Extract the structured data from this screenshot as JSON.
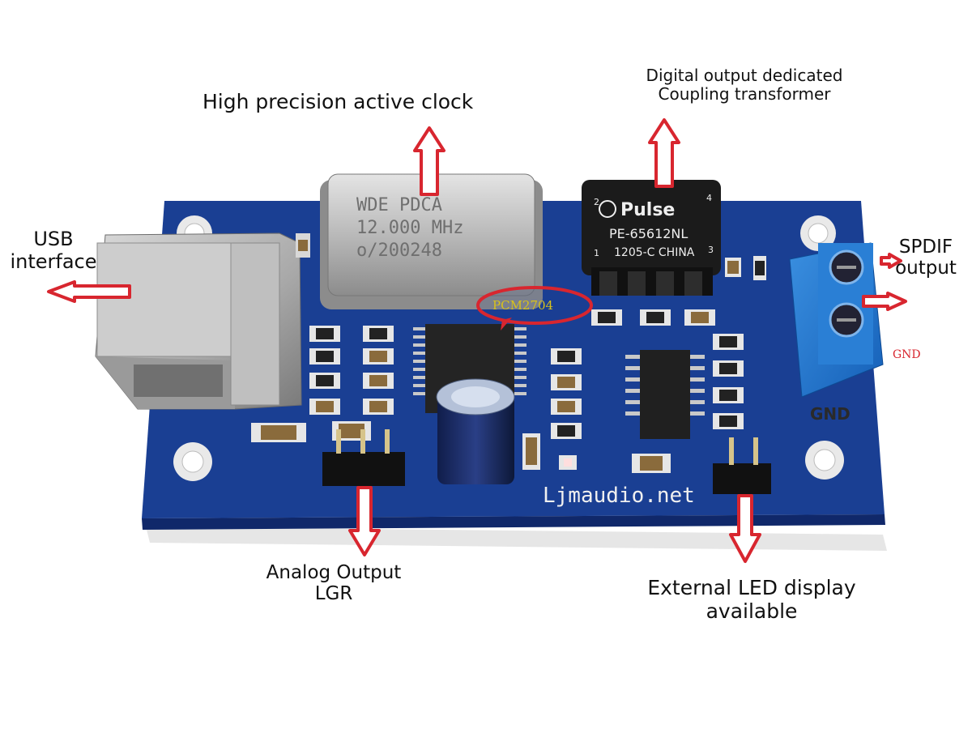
{
  "annotations": {
    "clock": "High precision active clock",
    "transformer_line1": "Digital output dedicated",
    "transformer_line2": "Coupling transformer",
    "usb_line1": "USB",
    "usb_line2": "interface",
    "spdif_line1": "SPDIF",
    "spdif_line2": "output",
    "gnd_red": "GND",
    "pcm": "PCM2704",
    "analog_line1": "Analog Output",
    "analog_line2": "LGR",
    "led_line1": "External LED display",
    "led_line2": "available"
  },
  "board": {
    "gnd_silk": "GND",
    "brand": "Ljmaudio.net",
    "crystal_line1": "WDE PDCA",
    "crystal_line2": "12.000 MHz",
    "crystal_line3": "o/200248",
    "transformer_brand": "Pulse",
    "transformer_part": "PE-65612NL",
    "transformer_code": "1205-C CHINA",
    "transformer_pin2": "2",
    "transformer_pin4": "4",
    "transformer_pin1": "1",
    "transformer_pin3": "3"
  },
  "colors": {
    "pcb": "#1a3f93",
    "arrow": "#d8262f",
    "pcm_text": "#d9c21a"
  }
}
